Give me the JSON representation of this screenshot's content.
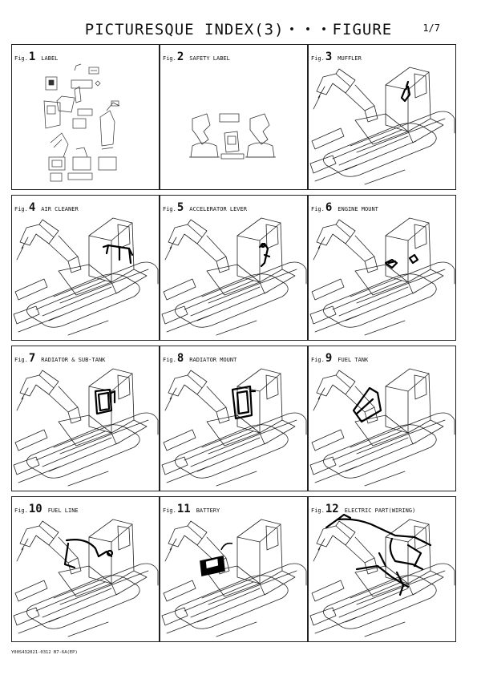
{
  "header": {
    "title": "PICTURESQUE INDEX(3)・・・FIGURE",
    "page": "1/7"
  },
  "figure_prefix": "Fig.",
  "figures": [
    {
      "num": "1",
      "label": "LABEL",
      "kind": "labels",
      "icon": "label-sheet-icon"
    },
    {
      "num": "2",
      "label": "SAFETY LABEL",
      "kind": "safety",
      "icon": "safety-label-icon"
    },
    {
      "num": "3",
      "label": "MUFFLER",
      "kind": "muffler",
      "icon": "muffler-icon"
    },
    {
      "num": "4",
      "label": "AIR CLEANER",
      "kind": "aircleaner",
      "icon": "air-cleaner-icon"
    },
    {
      "num": "5",
      "label": "ACCELERATOR LEVER",
      "kind": "accel",
      "icon": "accelerator-lever-icon"
    },
    {
      "num": "6",
      "label": "ENGINE MOUNT",
      "kind": "enginemount",
      "icon": "engine-mount-icon"
    },
    {
      "num": "7",
      "label": "RADIATOR & SUB-TANK",
      "kind": "radiator",
      "icon": "radiator-icon"
    },
    {
      "num": "8",
      "label": "RADIATOR MOUNT",
      "kind": "radmount",
      "icon": "radiator-mount-icon"
    },
    {
      "num": "9",
      "label": "FUEL TANK",
      "kind": "fueltank",
      "icon": "fuel-tank-icon"
    },
    {
      "num": "10",
      "label": "FUEL LINE",
      "kind": "fuelline",
      "icon": "fuel-line-icon"
    },
    {
      "num": "11",
      "label": "BATTERY",
      "kind": "battery",
      "icon": "battery-icon"
    },
    {
      "num": "12",
      "label": "ELECTRIC PART(WIRING)",
      "kind": "wiring",
      "icon": "wiring-harness-icon"
    }
  ],
  "footer": {
    "code": "Y00S432021-0312 B7-6A(EP)"
  }
}
